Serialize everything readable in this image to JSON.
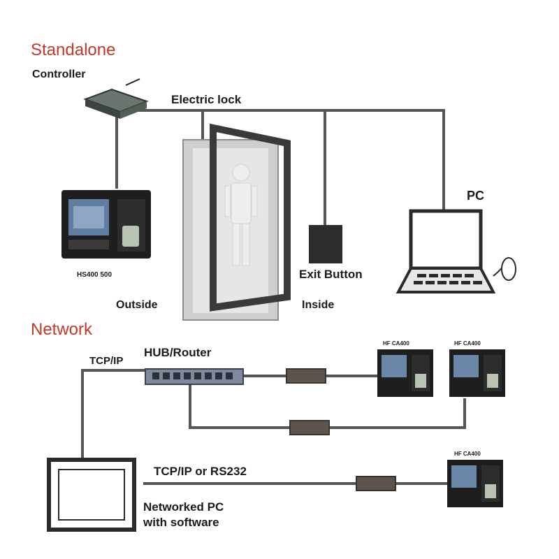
{
  "standalone": {
    "heading": "Standalone",
    "controller_label": "Controller",
    "electric_lock_label": "Electric lock",
    "terminal_model": "HS400 500",
    "outside_label": "Outside",
    "exit_button_label": "Exit Button",
    "inside_label": "Inside",
    "pc_label": "PC"
  },
  "network": {
    "heading": "Network",
    "tcpip_label": "TCP/IP",
    "hub_label": "HUB/Router",
    "terminal_label": "HF CA400",
    "link_label": "TCP/IP or RS232",
    "networked_pc_line1": "Networked PC",
    "networked_pc_line2": "with software"
  },
  "colors": {
    "heading": "#c0392b",
    "wire": "#555555",
    "device_dark": "#222222"
  }
}
